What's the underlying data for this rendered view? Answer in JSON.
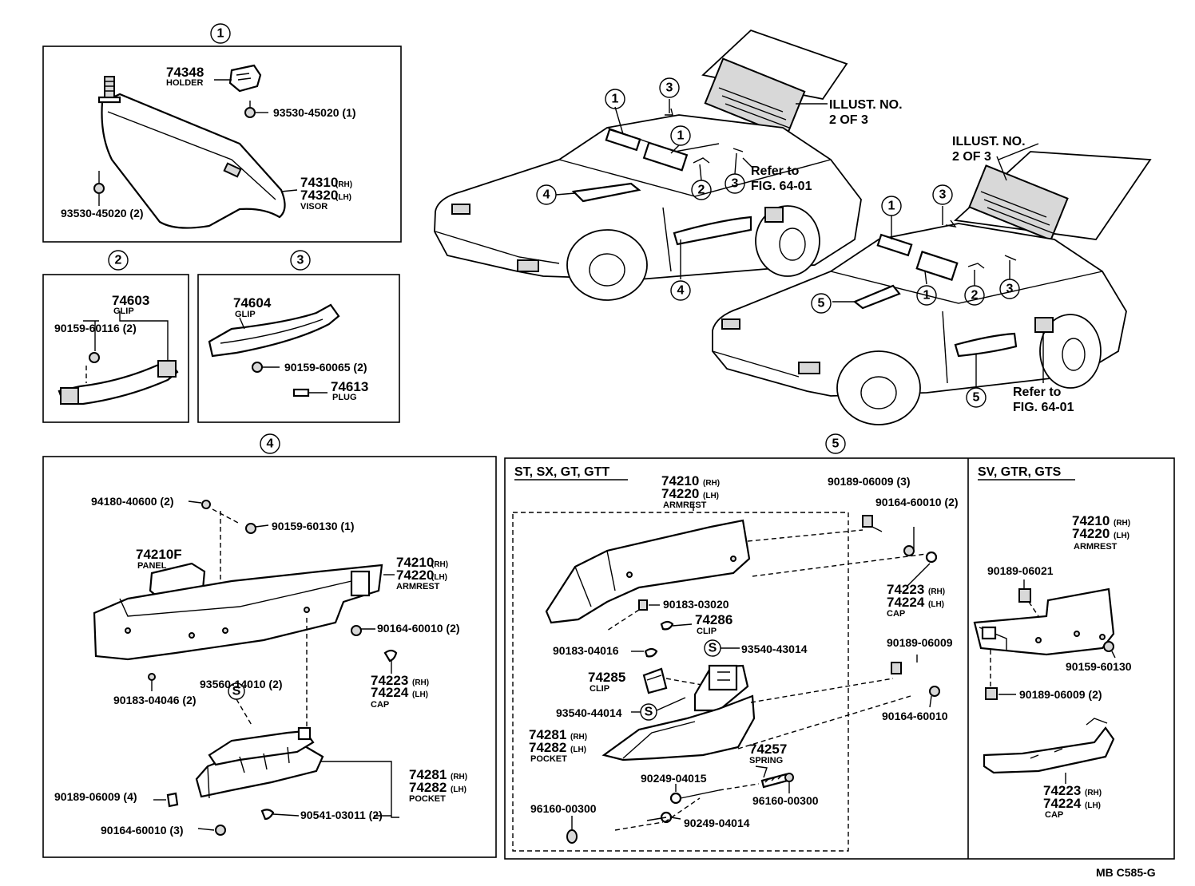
{
  "callouts": {
    "c1": "1",
    "c2": "2",
    "c3": "3",
    "c4": "4",
    "c5": "5"
  },
  "panel1": {
    "holder_pn": "74348",
    "holder_desc": "HOLDER",
    "screw_top": "93530-45020 (1)",
    "screw_bottom": "93530-45020 (2)",
    "visor_rh": "74310",
    "visor_rh_suffix": "(RH)",
    "visor_lh": "74320",
    "visor_lh_suffix": "(LH)",
    "visor_desc": "VISOR"
  },
  "panel2": {
    "grip_pn": "74603",
    "grip_desc": "GLIP",
    "screw": "90159-60116 (2)"
  },
  "panel3": {
    "grip_pn": "74604",
    "grip_desc": "GLIP",
    "screw": "90159-60065 (2)",
    "plug_pn": "74613",
    "plug_desc": "PLUG"
  },
  "cars": {
    "illust1": "ILLUST. NO.",
    "illust1_b": "2 OF 3",
    "illust2": "ILLUST. NO.",
    "illust2_b": "2 OF 3",
    "refer1": "Refer to",
    "refer1_b": "FIG. 64-01",
    "refer2": "Refer to",
    "refer2_b": "FIG. 64-01"
  },
  "panel4": {
    "nut": "94180-40600 (2)",
    "screw_a": "90159-60130 (1)",
    "panel_pn": "74210F",
    "panel_desc": "PANEL",
    "arm_rh": "74210",
    "arm_rh_suffix": "(RH)",
    "arm_lh": "74220",
    "arm_lh_suffix": "(LH)",
    "arm_desc": "ARMREST",
    "screw_b": "90164-60010 (2)",
    "cap_rh": "74223",
    "cap_rh_suffix": "(RH)",
    "cap_lh": "74224",
    "cap_lh_suffix": "(LH)",
    "cap_desc": "CAP",
    "clip_a": "90183-04046 (2)",
    "screw_c": "93560-14010 (2)",
    "s_mark": "S",
    "pocket_rh": "74281",
    "pocket_rh_suffix": "(RH)",
    "pocket_lh": "74282",
    "pocket_lh_suffix": "(LH)",
    "pocket_desc": "POCKET",
    "nut_b": "90189-06009 (4)",
    "screw_d": "90541-03011 (2)",
    "screw_e": "90164-60010 (3)"
  },
  "panel5": {
    "header_left": "ST, SX, GT, GTT",
    "header_right": "SV, GTR, GTS",
    "arm_rh": "74210",
    "arm_rh_suffix": "(RH)",
    "arm_lh": "74220",
    "arm_lh_suffix": "(LH)",
    "arm_desc": "ARMREST",
    "nut_a": "90189-06009 (3)",
    "screw_a": "90164-60010 (2)",
    "cap_rh": "74223",
    "cap_rh_suffix": "(RH)",
    "cap_lh": "74224",
    "cap_lh_suffix": "(LH)",
    "cap_desc": "CAP",
    "clip_nut": "90183-03020",
    "clip_pn": "74286",
    "clip_desc": "CLIP",
    "s1": "S",
    "screw_s1": "93540-43014",
    "clip_b": "90183-04016",
    "clip2_pn": "74285",
    "clip2_desc": "CLIP",
    "s2": "S",
    "screw_s2": "93540-44014",
    "nut_b": "90189-06009",
    "screw_b": "90164-60010",
    "pocket_rh": "74281",
    "pocket_rh_suffix": "(RH)",
    "pocket_lh": "74282",
    "pocket_lh_suffix": "(LH)",
    "pocket_desc": "POCKET",
    "spring_pn": "74257",
    "spring_desc": "SPRING",
    "pin_a": "90249-04015",
    "cap_c": "96160-00300",
    "cap_d": "96160-00300",
    "pin_b": "90249-04014",
    "r_arm_rh": "74210",
    "r_arm_rh_suffix": "(RH)",
    "r_arm_lh": "74220",
    "r_arm_lh_suffix": "(LH)",
    "r_arm_desc": "ARMREST",
    "r_nut": "90189-06021",
    "r_screw": "90159-60130",
    "r_nut_b": "90189-06009 (2)",
    "r_cap_rh": "74223",
    "r_cap_rh_suffix": "(RH)",
    "r_cap_lh": "74224",
    "r_cap_lh_suffix": "(LH)",
    "r_cap_desc": "CAP"
  },
  "footer": {
    "code": "MB  C585-G"
  }
}
